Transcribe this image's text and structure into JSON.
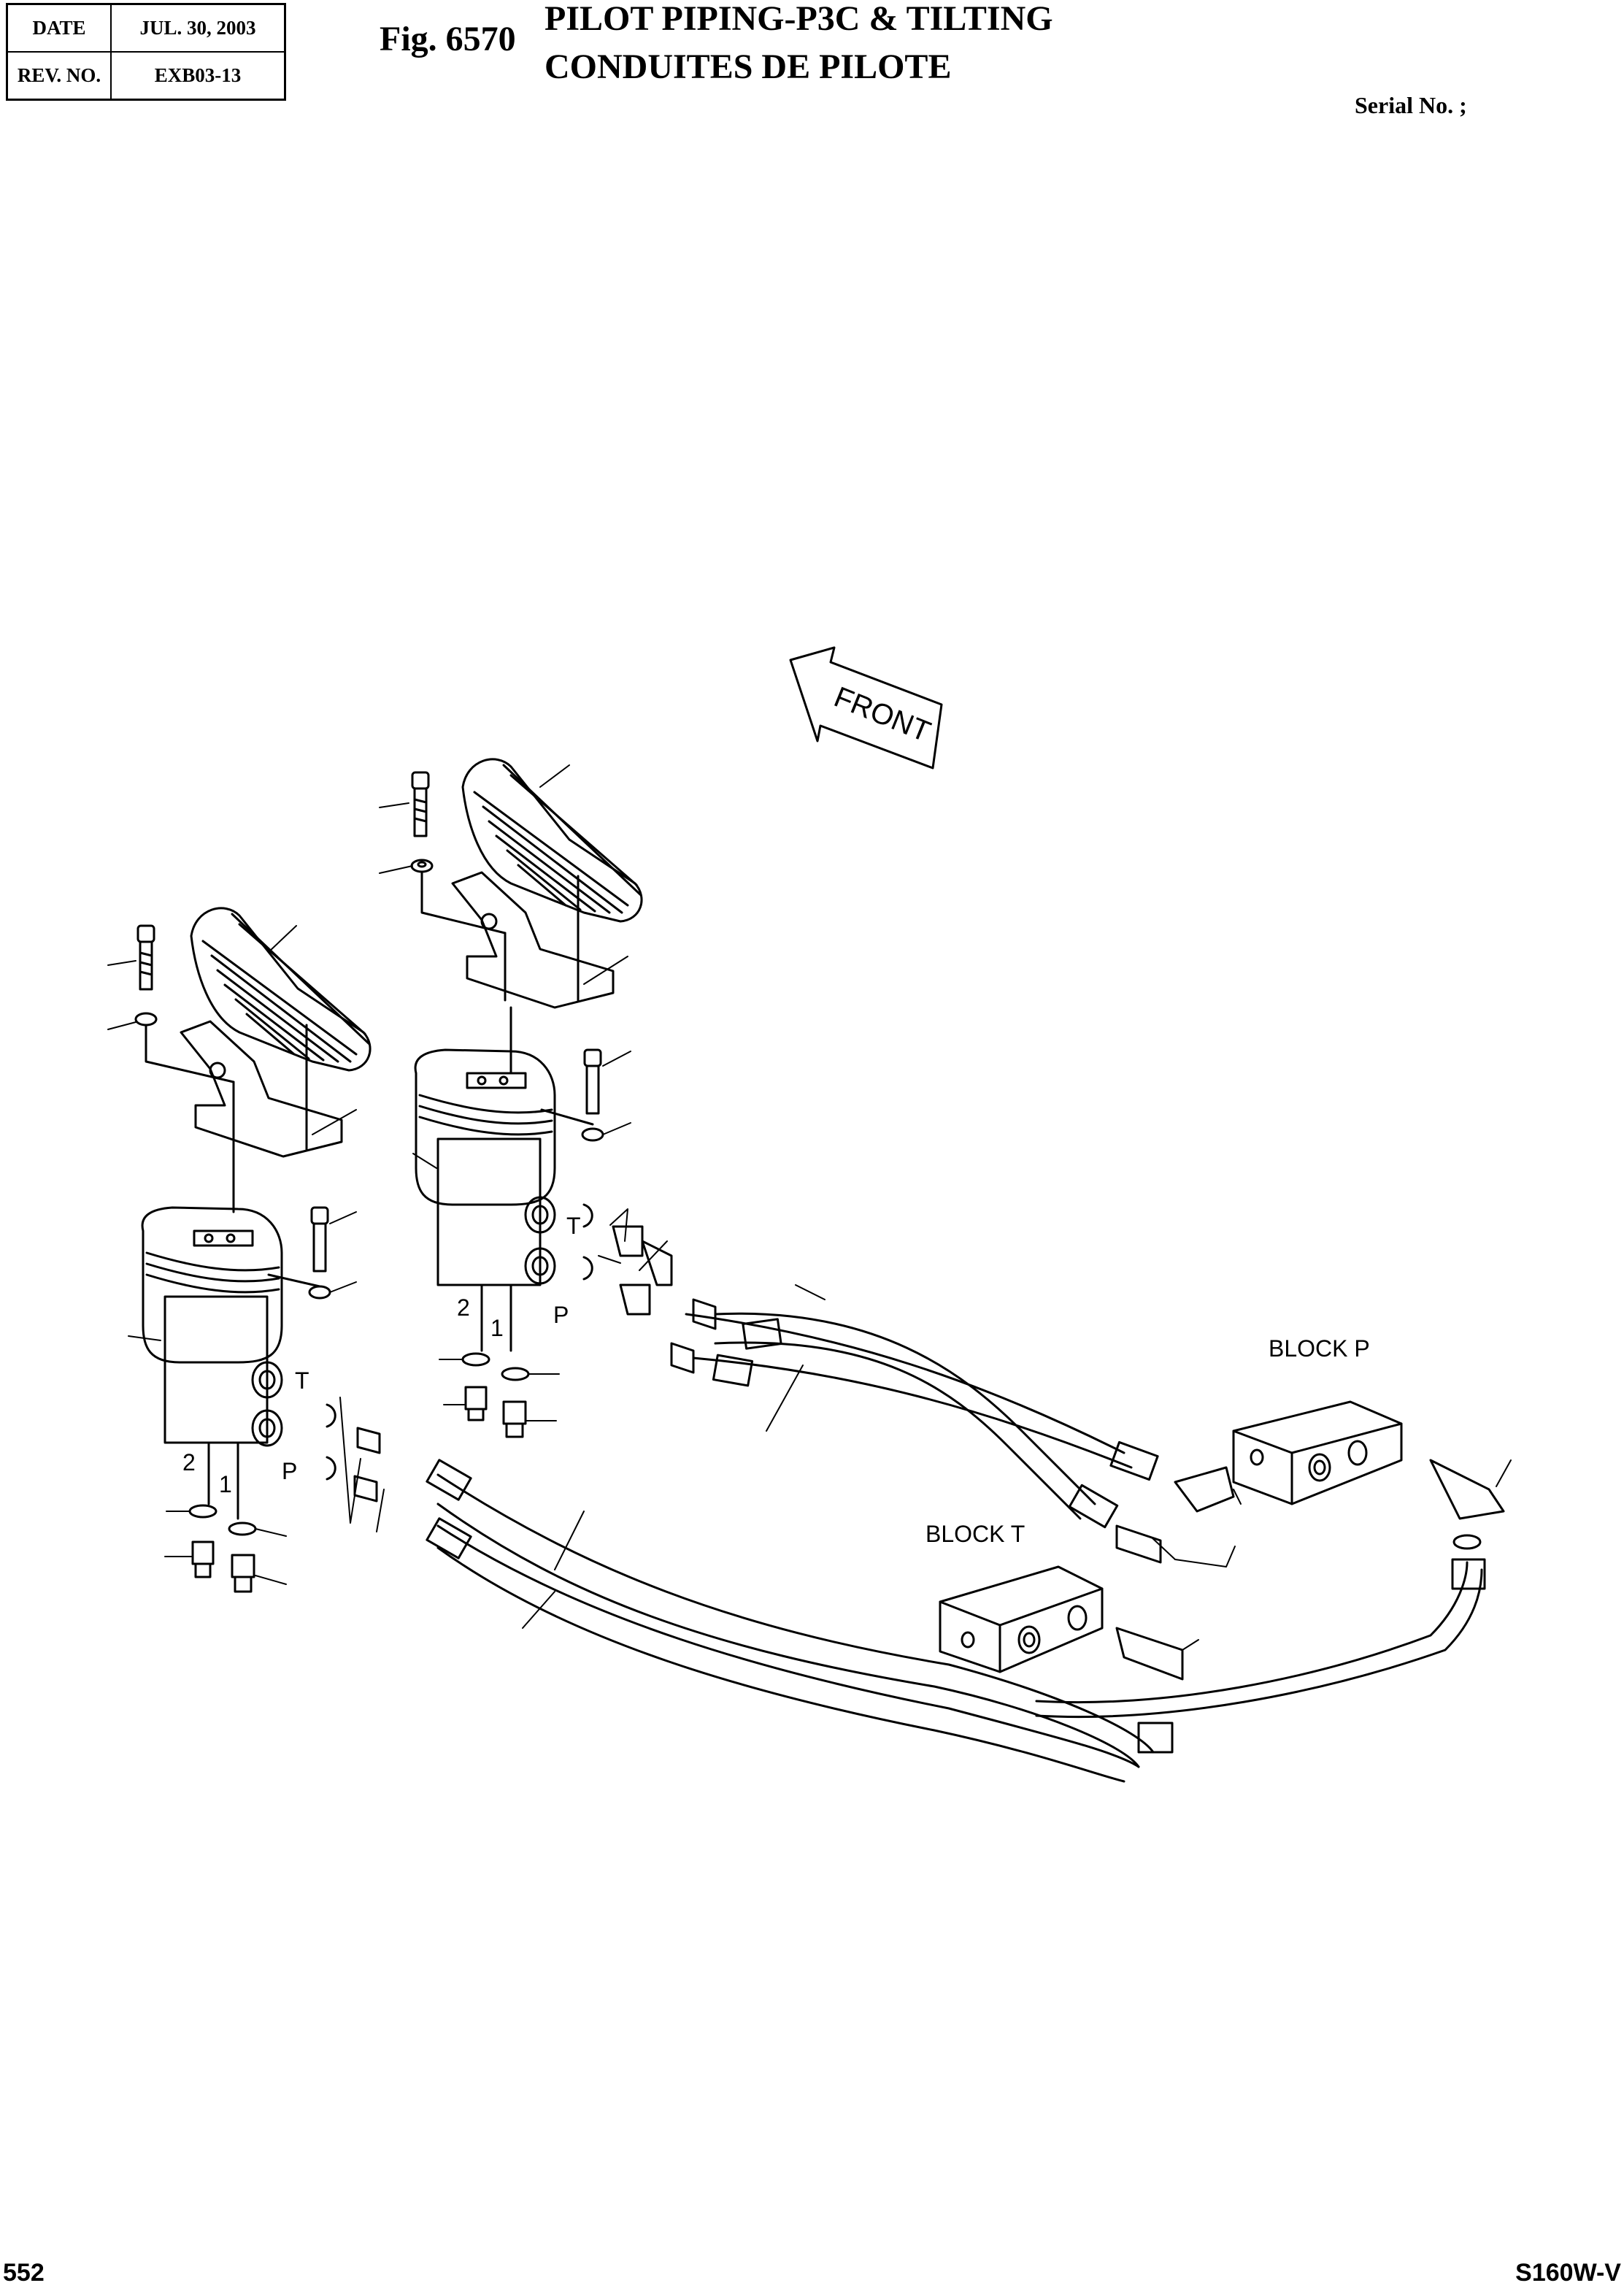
{
  "header": {
    "date_label": "DATE",
    "date_value": "JUL. 30, 2003",
    "rev_label": "REV. NO.",
    "rev_value": "EXB03-13"
  },
  "figure": {
    "number": "Fig. 6570",
    "title_line1": "PILOT PIPING-P3C & TILTING",
    "title_line2": "CONDUITES DE PILOTE",
    "serial": "Serial No. ;"
  },
  "drawing": {
    "front_label": "FRONT",
    "block_p": "BLOCK P",
    "block_t": "BLOCK T",
    "port_t": "T",
    "port_p": "P",
    "port_1": "1",
    "port_2": "2"
  },
  "footer": {
    "page": "552",
    "model": "S160W-V"
  }
}
